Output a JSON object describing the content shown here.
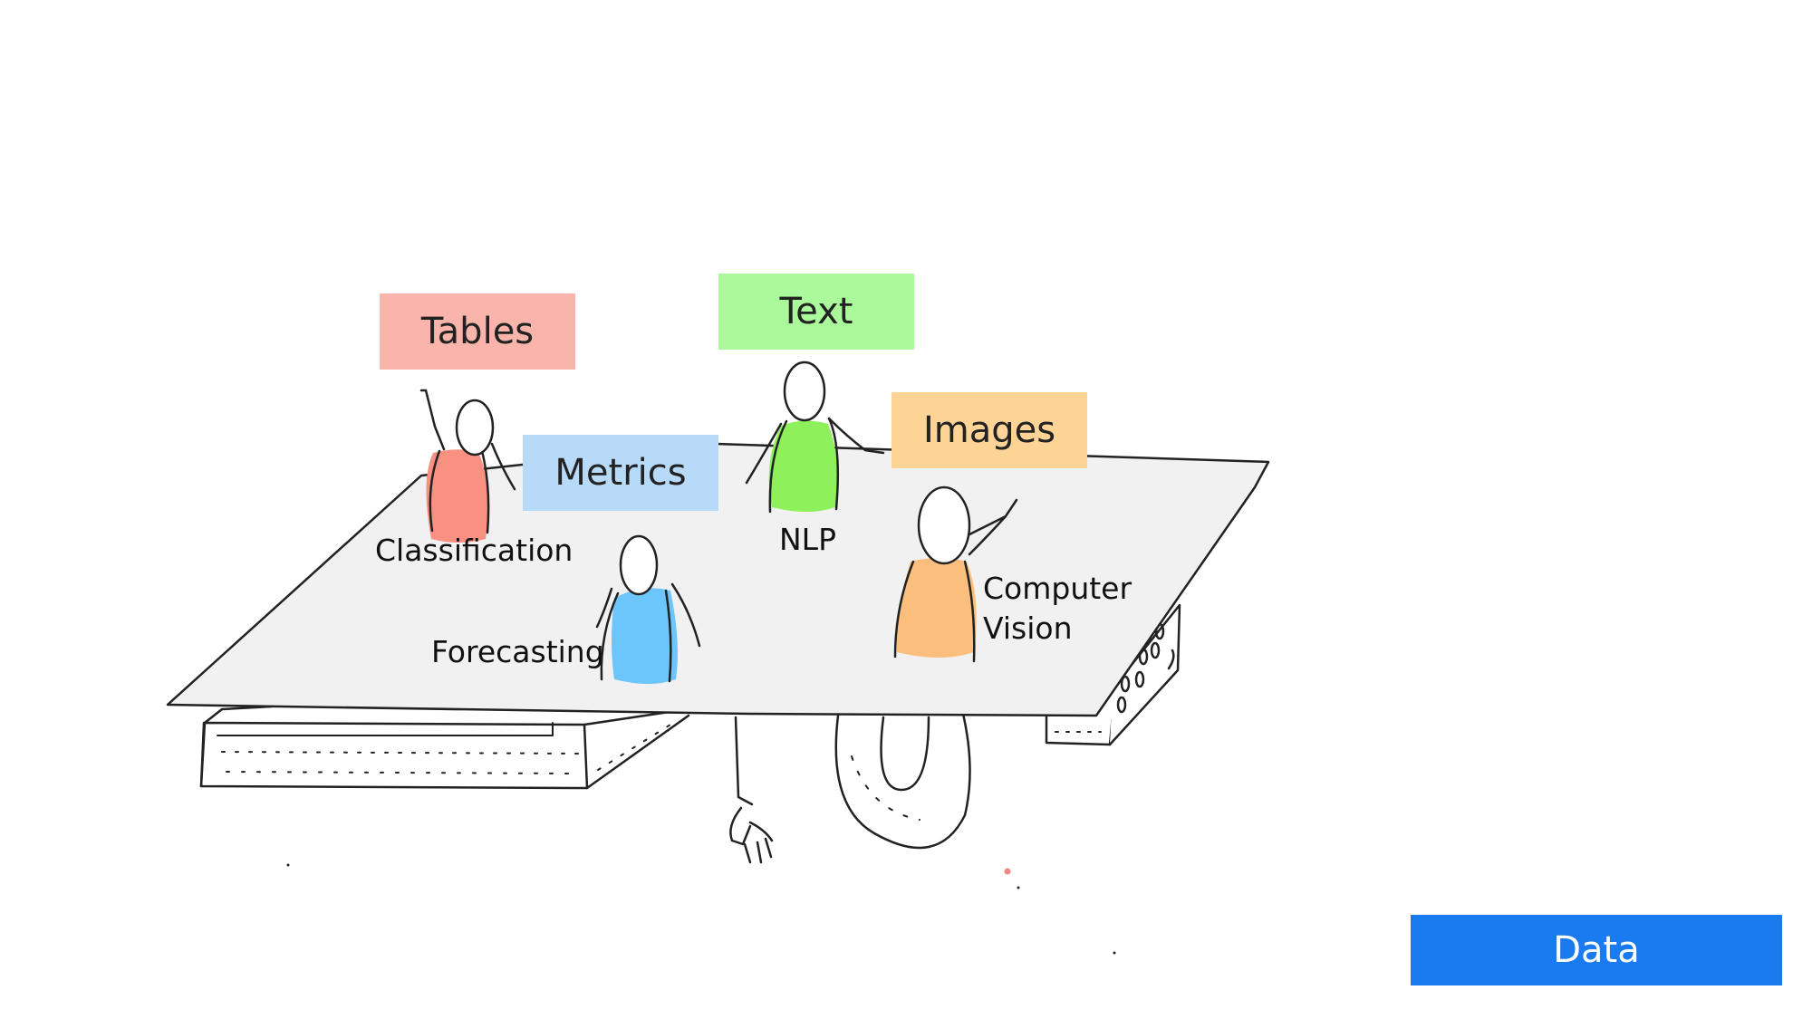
{
  "tags": {
    "tables": "Tables",
    "metrics": "Metrics",
    "text": "Text",
    "images": "Images"
  },
  "captions": {
    "classification": "Classification",
    "forecasting": "Forecasting",
    "nlp": "NLP",
    "computer_vision_line1": "Computer",
    "computer_vision_line2": "Vision"
  },
  "data_button": {
    "label": "Data"
  },
  "colors": {
    "tables": "#f9b4ab",
    "metrics": "#b7daf9",
    "text": "#aaf99a",
    "images": "#fdd495",
    "classification_person": "#fa9082",
    "forecasting_person": "#6cc6fb",
    "nlp_person": "#8ef15c",
    "vision_person": "#fbbe7c",
    "table_top": "#f1f1f1",
    "data_button": "#1a7af0"
  }
}
